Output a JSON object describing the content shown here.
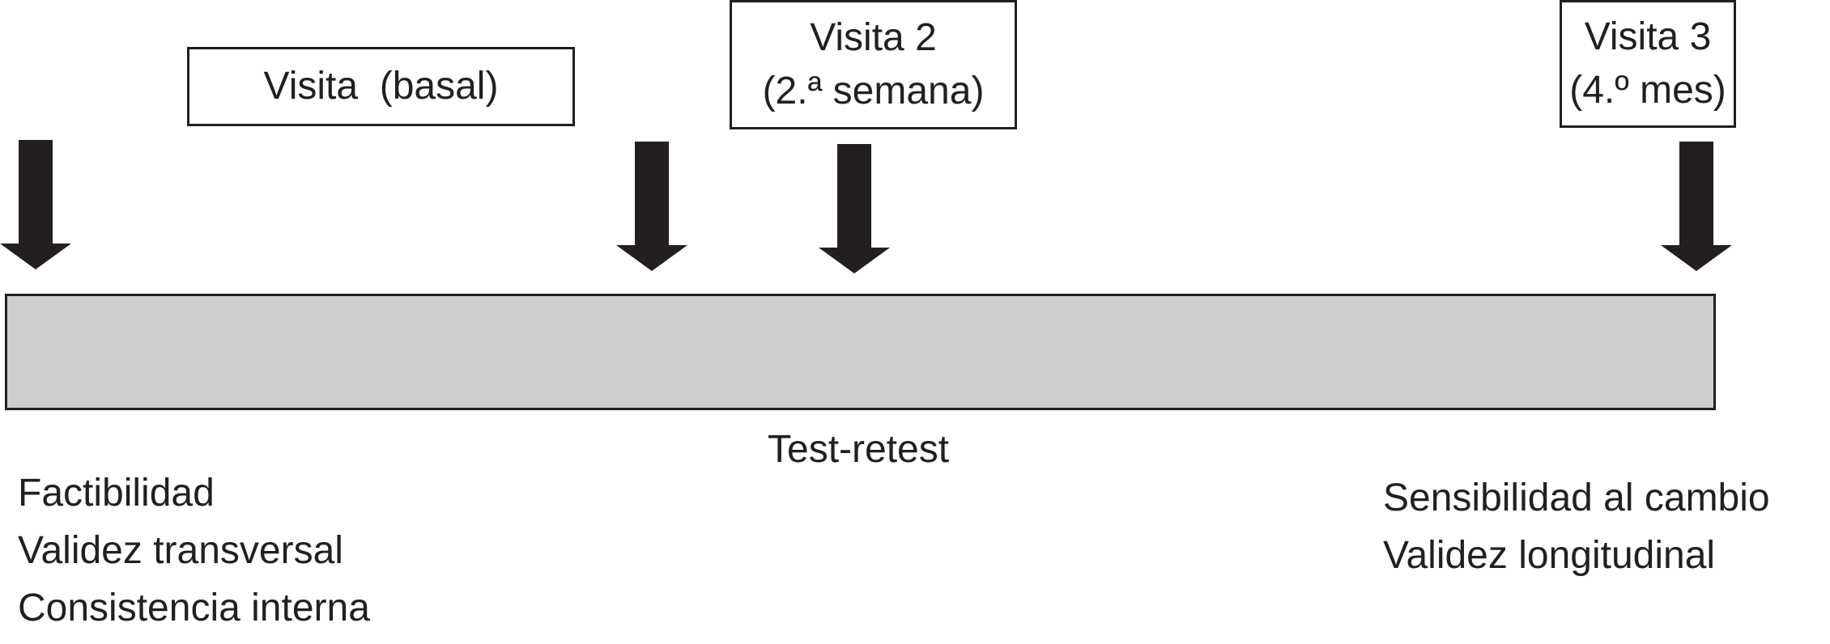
{
  "visits": {
    "basal": {
      "line1": "Visita  (basal)"
    },
    "visit2": {
      "line1": "Visita 2",
      "line2": "(2.ª semana)"
    },
    "visit3": {
      "line1": "Visita 3",
      "line2": "(4.º mes)"
    }
  },
  "center_label": "Test-retest",
  "left_items": [
    "Factibilidad",
    "Validez transversal",
    "Consistencia interna"
  ],
  "right_items": [
    "Sensibilidad al cambio",
    "Validez longitudinal"
  ],
  "colors": {
    "timeline_fill": "#cccdcf",
    "ink": "#231f20"
  },
  "icons": {
    "arrow": "down-arrow-icon"
  }
}
